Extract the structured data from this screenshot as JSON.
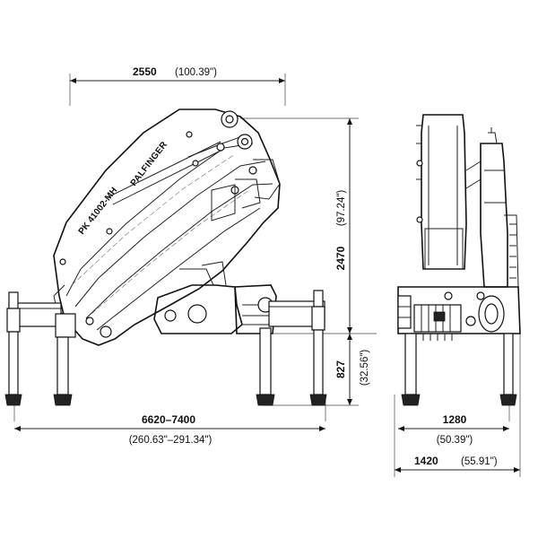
{
  "dimensions": {
    "crane_width": {
      "value": "2550",
      "inch": "(100.39\")"
    },
    "crane_height": {
      "value": "2470",
      "inch": "(97.24\")"
    },
    "leg_height": {
      "value": "827",
      "inch": "(32.56\")"
    },
    "outrigger_span": {
      "value": "6620–7400",
      "inch": "(260.63\"–291.34\")"
    },
    "base_width": {
      "value": "1280",
      "inch": "(50.39\")"
    },
    "total_width": {
      "value": "1420",
      "inch": "(55.91\")"
    }
  },
  "labels": {
    "model": "PK 41002-MH",
    "brand": "PALFINGER"
  }
}
